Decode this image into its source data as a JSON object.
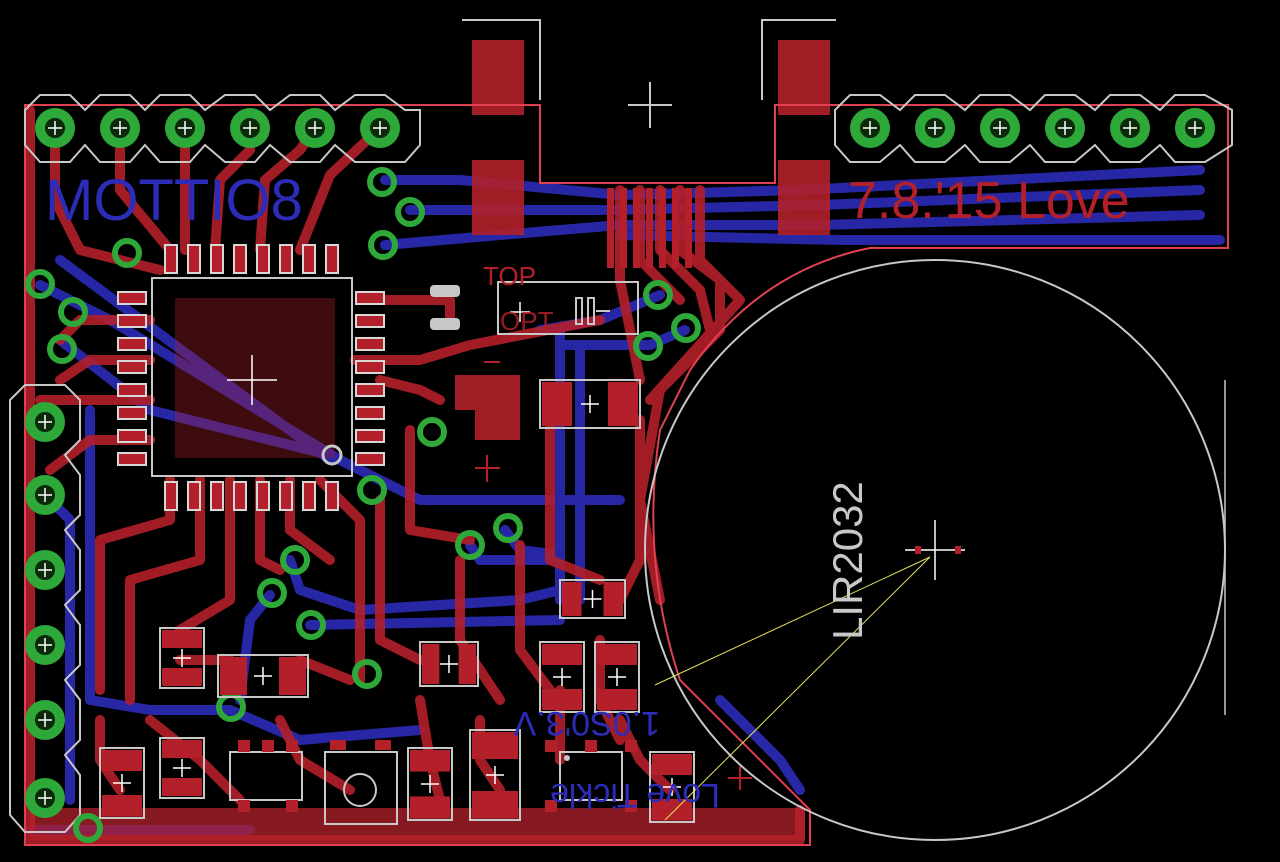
{
  "labels": {
    "board_name": "MOTTIO8",
    "date_text": "7.8.'15 Love",
    "top_text": "TOP",
    "opt_text": "OPT",
    "battery_text": "LIR2032",
    "mirrored_a": "1.0S0'3.V",
    "mirrored_b": "Love Tickle"
  },
  "colors": {
    "background": "#000000",
    "top_copper": "#b3202a",
    "bottom_copper": "#2c2cb8",
    "via": "#2fa83a",
    "pad": "#d7d7d7",
    "outline": "#c8c8c8",
    "board_edge": "#e04050",
    "airwire": "#e8e060"
  }
}
